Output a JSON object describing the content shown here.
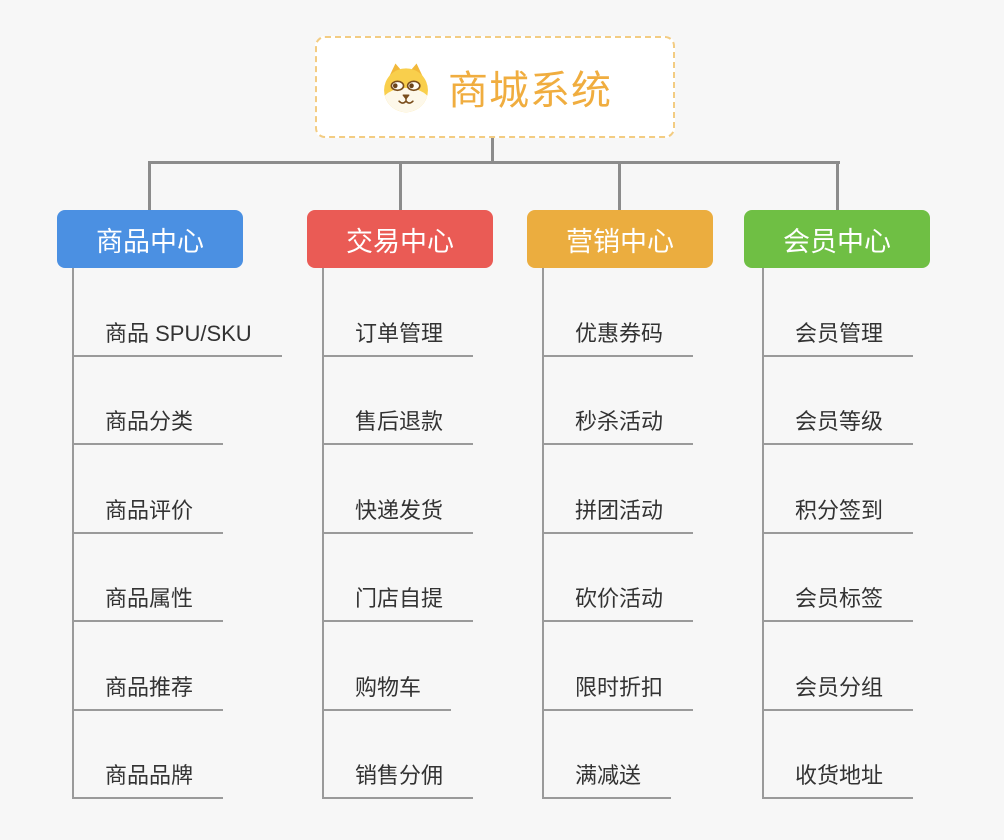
{
  "root": {
    "title": "商城系统",
    "icon": "shiba-dog-icon"
  },
  "branches": [
    {
      "label": "商品中心",
      "color": "#4B90E2",
      "items": [
        "商品 SPU/SKU",
        "商品分类",
        "商品评价",
        "商品属性",
        "商品推荐",
        "商品品牌"
      ]
    },
    {
      "label": "交易中心",
      "color": "#EA5B55",
      "items": [
        "订单管理",
        "售后退款",
        "快递发货",
        "门店自提",
        "购物车",
        "销售分佣"
      ]
    },
    {
      "label": "营销中心",
      "color": "#EBAD3F",
      "items": [
        "优惠券码",
        "秒杀活动",
        "拼团活动",
        "砍价活动",
        "限时折扣",
        "满减送"
      ]
    },
    {
      "label": "会员中心",
      "color": "#6FBF44",
      "items": [
        "会员管理",
        "会员等级",
        "积分签到",
        "会员标签",
        "会员分组",
        "收货地址"
      ]
    }
  ],
  "colors": {
    "background": "#F7F7F7",
    "connector": "#8C8C8C",
    "underline": "#9A9A9A",
    "root_text": "#F0AD3F",
    "root_border": "#F3CC82",
    "item_text": "#333333"
  }
}
